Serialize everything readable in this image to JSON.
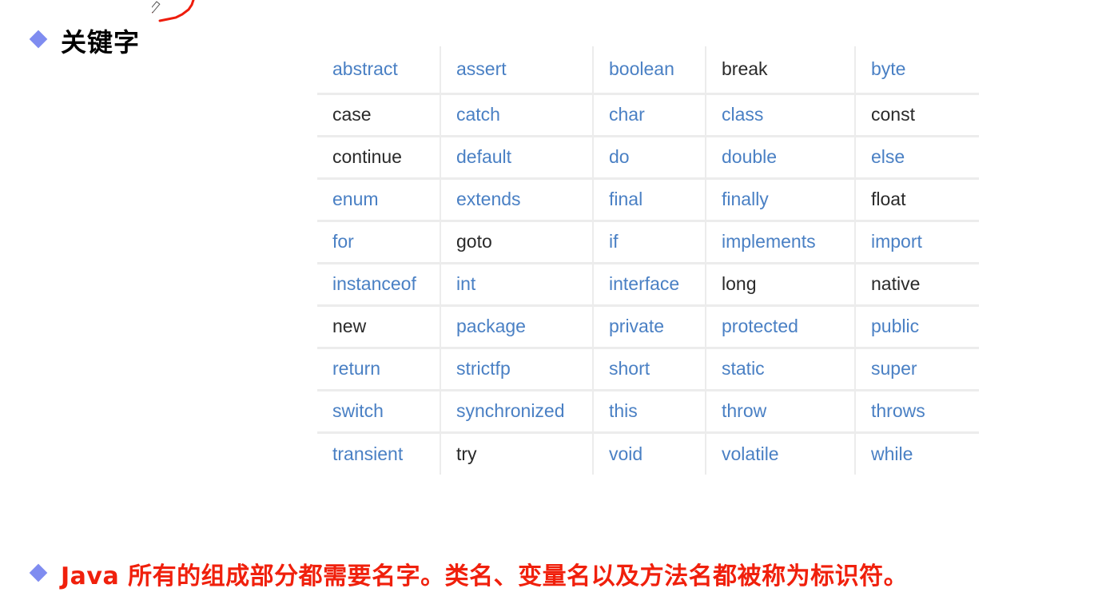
{
  "slide": {
    "heading": "关键字",
    "footnote": "Java 所有的组成部分都需要名字。类名、变量名以及方法名都被称为标识符。",
    "bullet_icon": "diamond-bullet",
    "colors": {
      "bullet": "#7f8cf0",
      "keyword_link": "#4a80c4",
      "keyword_plain": "#2a2a2a",
      "footnote": "#f0200c",
      "annotation": "#ee1c0c",
      "grid": "#ececec"
    }
  },
  "keywords": {
    "rows": [
      [
        {
          "text": "abstract",
          "style": "blue"
        },
        {
          "text": "assert",
          "style": "blue"
        },
        {
          "text": "boolean",
          "style": "blue"
        },
        {
          "text": "break",
          "style": "dark"
        },
        {
          "text": "byte",
          "style": "blue"
        }
      ],
      [
        {
          "text": "case",
          "style": "dark"
        },
        {
          "text": "catch",
          "style": "blue"
        },
        {
          "text": "char",
          "style": "blue"
        },
        {
          "text": "class",
          "style": "blue"
        },
        {
          "text": "const",
          "style": "dark"
        }
      ],
      [
        {
          "text": "continue",
          "style": "dark"
        },
        {
          "text": "default",
          "style": "blue"
        },
        {
          "text": "do",
          "style": "blue"
        },
        {
          "text": "double",
          "style": "blue"
        },
        {
          "text": "else",
          "style": "blue"
        }
      ],
      [
        {
          "text": "enum",
          "style": "blue"
        },
        {
          "text": "extends",
          "style": "blue"
        },
        {
          "text": "final",
          "style": "blue"
        },
        {
          "text": "finally",
          "style": "blue"
        },
        {
          "text": "float",
          "style": "dark"
        }
      ],
      [
        {
          "text": "for",
          "style": "blue"
        },
        {
          "text": "goto",
          "style": "dark"
        },
        {
          "text": "if",
          "style": "blue"
        },
        {
          "text": "implements",
          "style": "blue"
        },
        {
          "text": "import",
          "style": "blue"
        }
      ],
      [
        {
          "text": "instanceof",
          "style": "blue"
        },
        {
          "text": "int",
          "style": "blue"
        },
        {
          "text": "interface",
          "style": "blue"
        },
        {
          "text": "long",
          "style": "dark"
        },
        {
          "text": "native",
          "style": "dark"
        }
      ],
      [
        {
          "text": "new",
          "style": "dark"
        },
        {
          "text": "package",
          "style": "blue"
        },
        {
          "text": "private",
          "style": "blue"
        },
        {
          "text": "protected",
          "style": "blue"
        },
        {
          "text": "public",
          "style": "blue"
        }
      ],
      [
        {
          "text": "return",
          "style": "blue"
        },
        {
          "text": "strictfp",
          "style": "blue"
        },
        {
          "text": "short",
          "style": "blue"
        },
        {
          "text": "static",
          "style": "blue"
        },
        {
          "text": "super",
          "style": "blue"
        }
      ],
      [
        {
          "text": "switch",
          "style": "blue"
        },
        {
          "text": "synchronized",
          "style": "blue"
        },
        {
          "text": "this",
          "style": "blue"
        },
        {
          "text": "throw",
          "style": "blue"
        },
        {
          "text": "throws",
          "style": "blue"
        }
      ],
      [
        {
          "text": "transient",
          "style": "blue"
        },
        {
          "text": "try",
          "style": "dark"
        },
        {
          "text": "void",
          "style": "blue"
        },
        {
          "text": "volatile",
          "style": "blue"
        },
        {
          "text": "while",
          "style": "blue"
        }
      ]
    ]
  }
}
